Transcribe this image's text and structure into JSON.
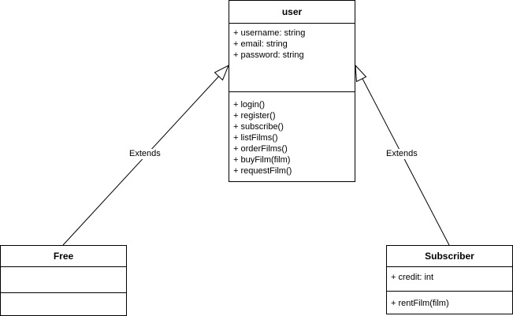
{
  "classes": {
    "user": {
      "name": "user",
      "attributes": [
        "+ username: string",
        "+ email: string",
        "+ password: string"
      ],
      "methods": [
        "+ login()",
        "+ register()",
        "+ subscribe()",
        "+ listFilms()",
        "+ orderFilms()",
        "+ buyFilm(film)",
        "+ requestFilm()"
      ]
    },
    "free": {
      "name": "Free",
      "attributes": [],
      "methods": []
    },
    "subscriber": {
      "name": "Subscriber",
      "attributes": [
        "+ credit: int"
      ],
      "methods": [
        "+ rentFilm(film)"
      ]
    }
  },
  "edges": [
    {
      "from": "Free",
      "to": "user",
      "label": "Extends",
      "type": "generalization"
    },
    {
      "from": "Subscriber",
      "to": "user",
      "label": "Extends",
      "type": "generalization"
    }
  ]
}
